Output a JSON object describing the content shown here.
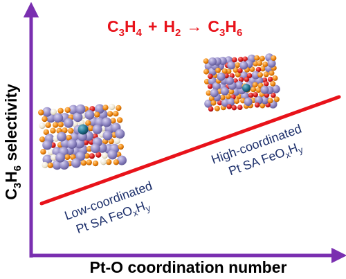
{
  "colors": {
    "axis": "#7a2fb0",
    "trend": "#e8121a",
    "reaction": "#e8121a",
    "label": "#1c2f6b",
    "atom_lavender": "#8e86c2",
    "atom_orange": "#f0870f",
    "atom_red": "#d9191a",
    "atom_white": "#f4efe2",
    "atom_teal": "#1f6f8b"
  },
  "reaction": {
    "lhs_a_base": "C",
    "lhs_a_sub1": "3",
    "lhs_a_mid": "H",
    "lhs_a_sub2": "4",
    "plus": "+",
    "lhs_b_base": "H",
    "lhs_b_sub": "2",
    "arrow": "→",
    "rhs_base": "C",
    "rhs_sub1": "3",
    "rhs_mid": "H",
    "rhs_sub2": "6"
  },
  "y_axis_label": {
    "c": "C",
    "sub1": "3",
    "h": "H",
    "sub2": "6",
    "rest": " selectivity"
  },
  "x_axis_label": "Pt-O coordination number",
  "low_structure": {
    "line1": "Low-coordinated",
    "line2_base": "Pt SA FeO",
    "line2_sub_x": "x",
    "line2_h": "H",
    "line2_sub_y": "y"
  },
  "high_structure": {
    "line1": "High-coordinated",
    "line2_base": "Pt SA FeO",
    "line2_sub_x": "x",
    "line2_h": "H",
    "line2_sub_y": "y"
  },
  "icons": {
    "low_cluster": "atomic-model-low-coordinated",
    "high_cluster": "atomic-model-high-coordinated"
  }
}
